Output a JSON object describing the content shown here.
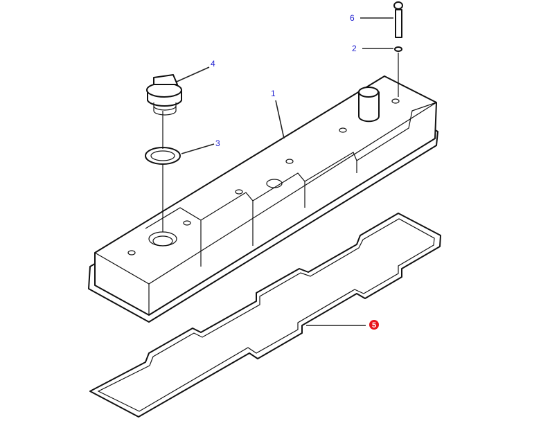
{
  "diagram": {
    "callouts": [
      {
        "id": "1",
        "part": "valve-cover"
      },
      {
        "id": "2",
        "part": "washer"
      },
      {
        "id": "3",
        "part": "o-ring"
      },
      {
        "id": "4",
        "part": "oil-filler-cap"
      },
      {
        "id": "5",
        "part": "gasket",
        "highlighted": true
      },
      {
        "id": "6",
        "part": "bolt"
      }
    ],
    "colors": {
      "label": "#2020d0",
      "highlight": "#e8141a",
      "line": "#111111"
    }
  }
}
